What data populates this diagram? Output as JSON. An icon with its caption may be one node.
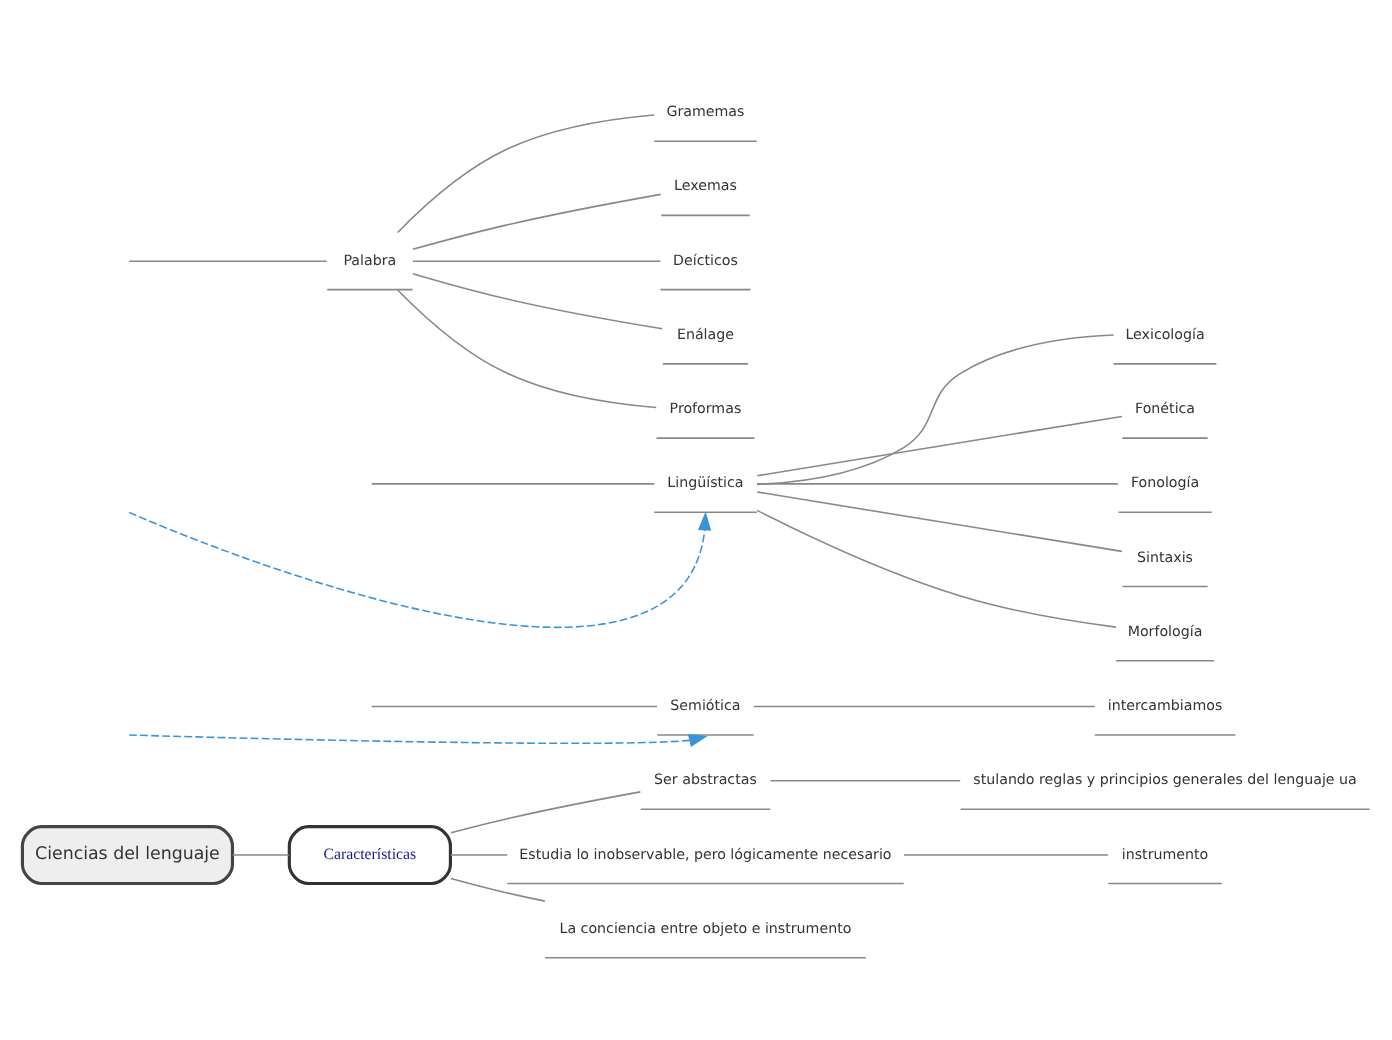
{
  "diagram": {
    "nodes": [
      {
        "text": [
          "Ciencias del lenguaje"
        ]
      },
      {
        "text": [
          "Características"
        ]
      },
      {
        "text": [
          "Ser abstractas"
        ]
      },
      {
        "text": [
          "stulando reglas y principios generales del lenguaje ua"
        ]
      },
      {
        "text": [
          "Estudia lo inobservable, pero lógicamente necesario"
        ]
      },
      {
        "text": [
          "instrumento"
        ]
      },
      {
        "text": [
          "La conciencia entre objeto e instrumento"
        ]
      },
      {
        "text": [
          "Semiótica"
        ]
      },
      {
        "text": [
          "intercambiamos"
        ]
      },
      {
        "text": [
          "Lexicología"
        ]
      },
      {
        "text": [
          "Fonética"
        ]
      },
      {
        "text": [
          "Fonología"
        ]
      },
      {
        "text": [
          "Sintaxis"
        ]
      },
      {
        "text": [
          "Morfología"
        ]
      },
      {
        "text": [
          "Lingüística"
        ]
      },
      {
        "text": [
          "Palabra"
        ]
      },
      {
        "text": [
          "Gramemas"
        ]
      },
      {
        "text": [
          "Lexemas"
        ]
      },
      {
        "text": [
          "Deícticos"
        ]
      },
      {
        "text": [
          "Enálage"
        ]
      },
      {
        "text": [
          "Proformas"
        ]
      }
    ],
    "edges": [
      {
        "from": 0,
        "to": 1,
        "arrow": "none"
      },
      {
        "from": 1,
        "to": 2,
        "arrow": "none"
      },
      {
        "from": 1,
        "to": 4,
        "arrow": "none"
      },
      {
        "from": 1,
        "to": 6,
        "arrow": "none"
      },
      {
        "from": 2,
        "to": 3,
        "arrow": "none"
      },
      {
        "from": 4,
        "to": 5,
        "arrow": "none"
      },
      {
        "from": null,
        "to": 7,
        "arrow": "to",
        "style": "dashed",
        "color": "#3a94d8"
      },
      {
        "from": null,
        "to": 14,
        "arrow": "to",
        "style": "dashed",
        "color": "#3a94d8"
      },
      {
        "from": null,
        "to": 7,
        "arrow": "none"
      },
      {
        "from": 7,
        "to": 8,
        "arrow": "none"
      },
      {
        "from": null,
        "to": 14,
        "arrow": "none"
      },
      {
        "from": 14,
        "to": 9,
        "arrow": "none"
      },
      {
        "from": 14,
        "to": 10,
        "arrow": "none"
      },
      {
        "from": 14,
        "to": 11,
        "arrow": "none"
      },
      {
        "from": 14,
        "to": 12,
        "arrow": "none"
      },
      {
        "from": 14,
        "to": 13,
        "arrow": "none"
      },
      {
        "from": null,
        "to": 15,
        "arrow": "none"
      },
      {
        "from": 15,
        "to": 16,
        "arrow": "none"
      },
      {
        "from": 15,
        "to": 17,
        "arrow": "none"
      },
      {
        "from": 15,
        "to": 18,
        "arrow": "none"
      },
      {
        "from": 15,
        "to": 19,
        "arrow": "none"
      },
      {
        "from": 15,
        "to": 20,
        "arrow": "none"
      }
    ]
  }
}
